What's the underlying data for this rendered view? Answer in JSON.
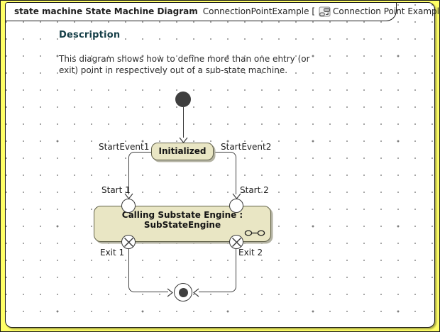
{
  "frame": {
    "title_keyword": "state machine State Machine Diagram",
    "title_model": "ConnectionPointExample [",
    "title_diagram": "Connection Point Example ]",
    "icon": "state-machine-diagram-icon"
  },
  "description": {
    "heading": "Description",
    "line1": "This diagram shows how to define more than one entry (or",
    "line2": "exit) point in respectively out of a sub-state machine."
  },
  "diagram": {
    "states": [
      {
        "name": "Initialized"
      },
      {
        "name": "Calling Substate Engine : SubStateEngine"
      }
    ],
    "transition_labels": [
      "StartEvent1",
      "StartEvent2"
    ],
    "entry_points": [
      "Start 1",
      "Start 2"
    ],
    "exit_points": [
      "Exit 1",
      "Exit 2"
    ],
    "pseudostates": [
      "initial",
      "final"
    ]
  },
  "colors": {
    "canvas_background": "#ffff66",
    "frame_background": "#ffffff",
    "state_fill": "#e9e6c4",
    "state_border": "#61614a",
    "line": "#3f3f3f",
    "heading_text": "#153e47"
  }
}
